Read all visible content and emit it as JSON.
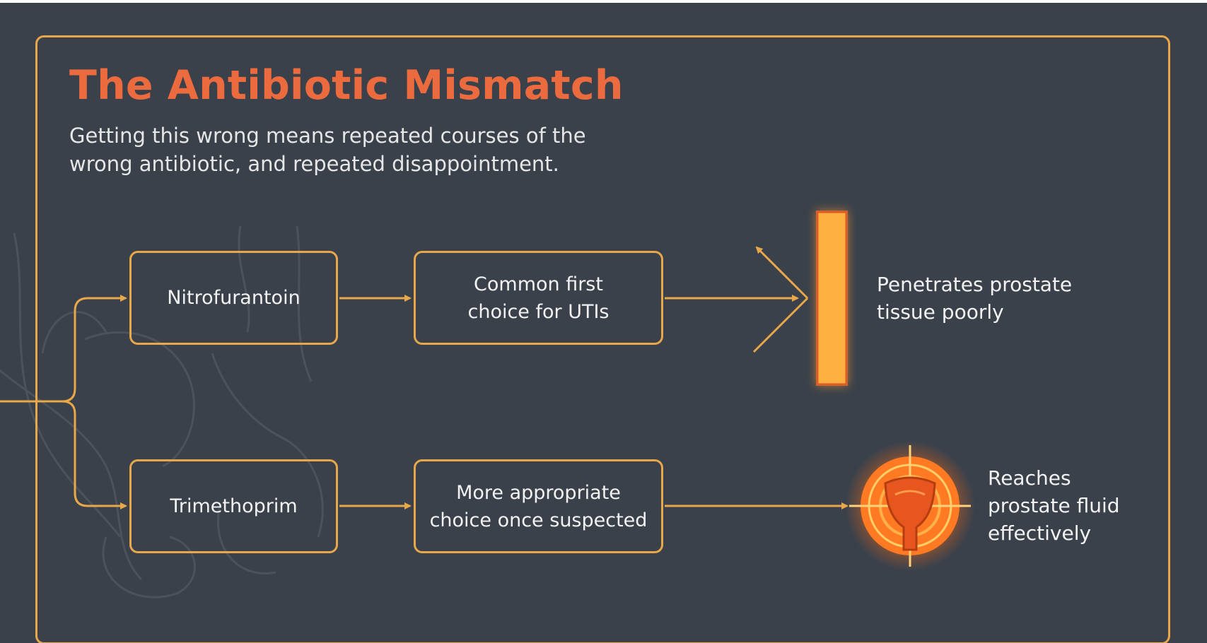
{
  "header": {
    "title": "The Antibiotic Mismatch",
    "subtitle": "Getting this wrong means repeated courses of the wrong antibiotic, and repeated disappointment."
  },
  "flows": [
    {
      "drug": "Nitrofurantoin",
      "note_line1": "Common first",
      "note_line2": "choice for UTIs",
      "outcome_line1": "Penetrates prostate",
      "outcome_line2": "tissue poorly",
      "outcome_icon": "barrier-icon"
    },
    {
      "drug": "Trimethoprim",
      "note_line1": "More appropriate",
      "note_line2": "choice once suspected",
      "outcome_line1": "Reaches",
      "outcome_line2": "prostate fluid",
      "outcome_line3": "effectively",
      "outcome_icon": "prostate-target-icon"
    }
  ],
  "colors": {
    "background": "#3a414b",
    "accent": "#e8a84a",
    "title": "#ec6b3e",
    "glow": "#ff8a2b",
    "text": "#f2f2f2"
  }
}
